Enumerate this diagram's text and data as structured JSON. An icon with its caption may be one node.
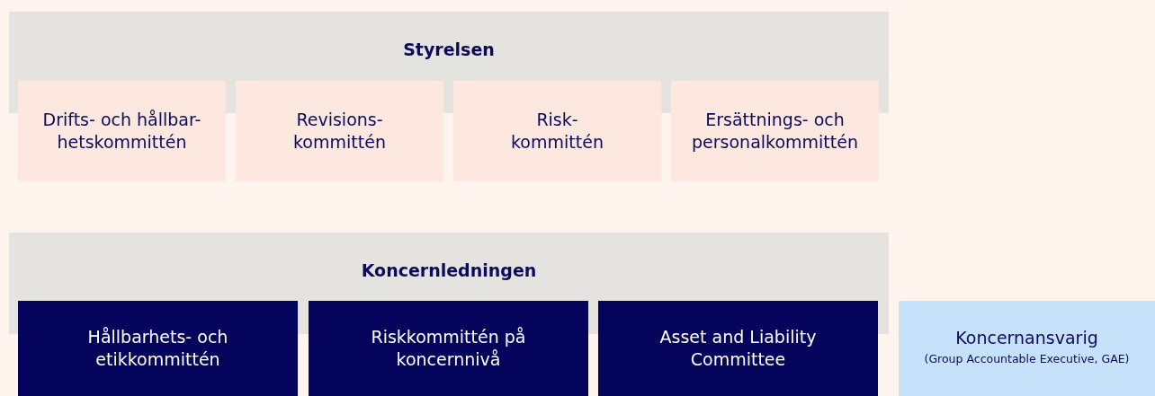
{
  "diagram": {
    "nodes": [
      {
        "text": [
          "Styrelsen"
        ]
      },
      {
        "text": [
          "Drifts- och hållbar-hetskommittén"
        ]
      },
      {
        "text": [
          "Revisions-kommittén"
        ]
      },
      {
        "text": [
          "Risk-kommittén"
        ]
      },
      {
        "text": [
          "Ersättnings- och personalkommittén"
        ]
      },
      {
        "text": [
          "Koncernledningen"
        ]
      },
      {
        "text": [
          "Hållbarhets- och etikkommittén"
        ]
      },
      {
        "text": [
          "Riskkommittén på koncernnivå"
        ]
      },
      {
        "text": [
          "Asset and Liability Committee"
        ]
      },
      {
        "text": [
          "Koncernansvarig",
          "(Group Accountable Executive, GAE)"
        ]
      }
    ]
  }
}
